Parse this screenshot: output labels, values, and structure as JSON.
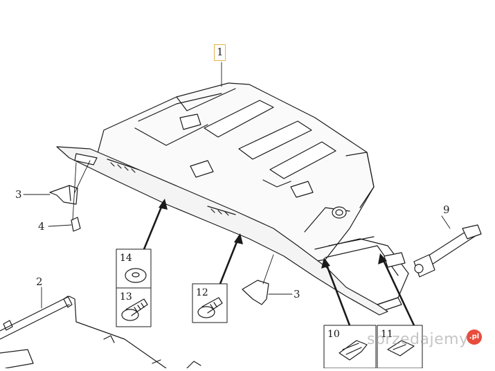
{
  "diagram": {
    "callouts": [
      {
        "id": "1",
        "label": "1"
      },
      {
        "id": "2",
        "label": "2"
      },
      {
        "id": "3a",
        "label": "3"
      },
      {
        "id": "3b",
        "label": "3"
      },
      {
        "id": "4",
        "label": "4"
      },
      {
        "id": "9",
        "label": "9"
      }
    ],
    "boxes": [
      {
        "id": "14",
        "label": "14"
      },
      {
        "id": "13",
        "label": "13"
      },
      {
        "id": "12",
        "label": "12"
      },
      {
        "id": "10",
        "label": "10"
      },
      {
        "id": "11",
        "label": "11"
      }
    ]
  },
  "watermark": {
    "text": "sprzedajemy",
    "suffix": ".pl"
  },
  "colors": {
    "line": "#1a1a1a",
    "highlight": "#e3b44a",
    "watermark_dot": "#e74c3c"
  }
}
